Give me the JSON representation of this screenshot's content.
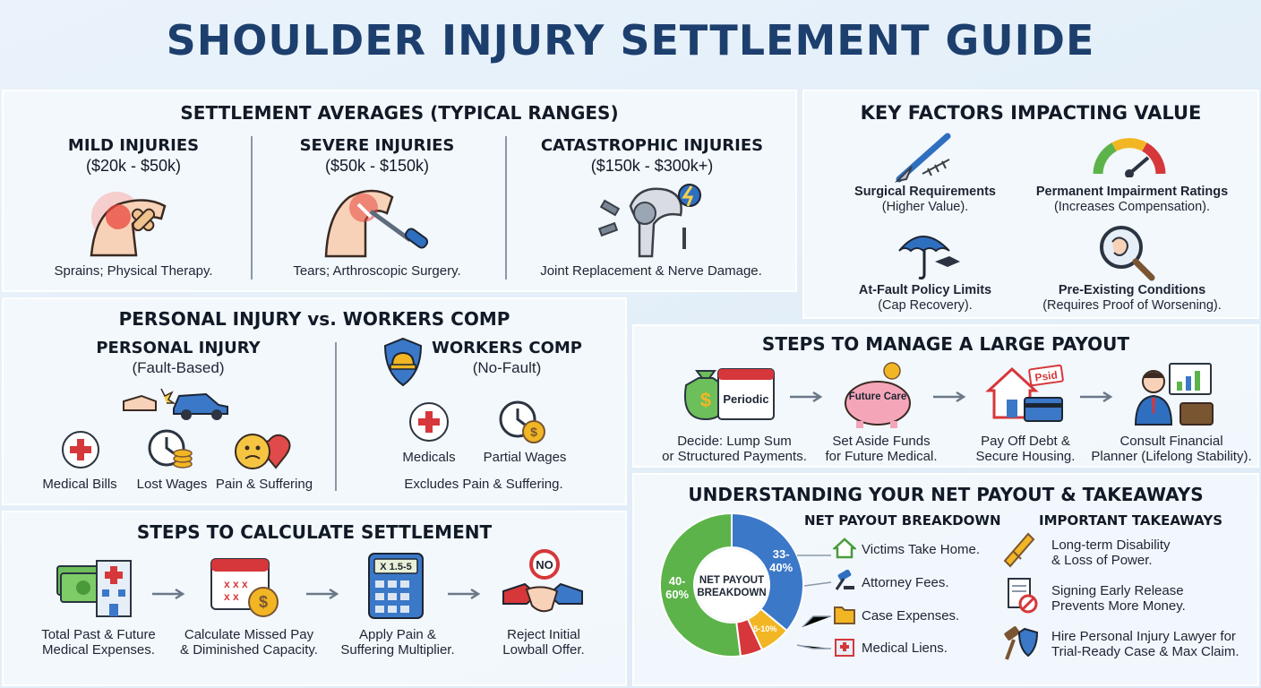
{
  "title": "SHOULDER INJURY SETTLEMENT GUIDE",
  "averages": {
    "title": "SETTLEMENT AVERAGES (TYPICAL RANGES)",
    "tiers": [
      {
        "name": "MILD INJURIES",
        "range": "($20k - $50k)",
        "caption": "Sprains; Physical Therapy.",
        "icon": "sprained-shoulder-icon"
      },
      {
        "name": "SEVERE INJURIES",
        "range": "($50k - $150k)",
        "caption": "Tears; Arthroscopic Surgery.",
        "icon": "arthroscopic-tool-icon"
      },
      {
        "name": "CATASTROPHIC INJURIES",
        "range": "($150k - $300k+)",
        "caption": "Joint Replacement & Nerve Damage.",
        "icon": "joint-implant-icon"
      }
    ]
  },
  "factors": {
    "title": "KEY FACTORS IMPACTING VALUE",
    "items": [
      {
        "title": "Surgical Requirements",
        "detail": "(Higher Value).",
        "icon": "scalpel-icon"
      },
      {
        "title": "Permanent Impairment Ratings",
        "detail": "(Increases Compensation).",
        "icon": "gauge-icon"
      },
      {
        "title": "At-Fault Policy Limits",
        "detail": "(Cap Recovery).",
        "icon": "umbrella-icon"
      },
      {
        "title": "Pre-Existing Conditions",
        "detail": "(Requires Proof of Worsening).",
        "icon": "magnifier-joint-icon"
      }
    ]
  },
  "compare": {
    "title": "PERSONAL INJURY vs. WORKERS COMP",
    "pi": {
      "name": "PERSONAL INJURY",
      "basis": "(Fault-Based)",
      "items": [
        "Medical Bills",
        "Lost Wages",
        "Pain & Suffering"
      ]
    },
    "wc": {
      "name": "WORKERS COMP",
      "basis": "(No-Fault)",
      "items": [
        "Medicals",
        "Partial Wages"
      ],
      "note": "Excludes Pain & Suffering."
    }
  },
  "calculate": {
    "title": "STEPS TO CALCULATE SETTLEMENT",
    "steps": [
      {
        "line1": "Total Past & Future",
        "line2": "Medical Expenses."
      },
      {
        "line1": "Calculate Missed Pay",
        "line2": "& Diminished Capacity."
      },
      {
        "line1": "Apply Pain &",
        "line2": "Suffering Multiplier."
      },
      {
        "line1": "Reject Initial",
        "line2": "Lowball Offer."
      }
    ],
    "calculator_display": "X 1.5-5",
    "no_sign": "NO"
  },
  "payout": {
    "title": "STEPS TO MANAGE A LARGE PAYOUT",
    "steps": [
      {
        "line1": "Decide: Lump Sum",
        "line2": "or Structured Payments."
      },
      {
        "line1": "Set Aside Funds",
        "line2": "for Future Medical."
      },
      {
        "line1": "Pay Off Debt &",
        "line2": "Secure Housing."
      },
      {
        "line1": "Consult Financial",
        "line2": "Planner (Lifelong Stability)."
      }
    ],
    "calendar_label": "Periodic",
    "piggy_label": "Future Care",
    "paid_stamp": "Psid"
  },
  "net": {
    "title": "UNDERSTANDING YOUR NET PAYOUT & TAKEAWAYS",
    "breakdown_title": "NET PAYOUT BREAKDOWN",
    "donut_center": "NET PAYOUT BREAKDOWN",
    "segment_labels": [
      "40-60%",
      "33-40%",
      "5-10%"
    ],
    "legend": [
      "Victims Take Home.",
      "Attorney Fees.",
      "Case Expenses.",
      "Medical Liens."
    ],
    "takeaways_title": "IMPORTANT TAKEAWAYS",
    "takeaways": [
      {
        "line1": "Long-term Disability",
        "line2": "& Loss of Power."
      },
      {
        "line1": "Signing Early Release",
        "line2": "Prevents More Money."
      },
      {
        "line1": "Hire Personal Injury Lawyer for",
        "line2": "Trial-Ready Case & Max Claim."
      }
    ]
  },
  "chart_data": {
    "type": "pie",
    "categories": [
      "Victims Take Home.",
      "Attorney Fees.",
      "Case Expenses.",
      "Medical Liens."
    ],
    "values": [
      52,
      36,
      7,
      5
    ],
    "segment_labels": [
      "40-60%",
      "33-40%",
      "5-10%",
      ""
    ],
    "colors": [
      "#5cb34a",
      "#3b78c8",
      "#f2b624",
      "#d6373a"
    ]
  },
  "colors": {
    "title": "#1d3f6e",
    "accent_blue": "#3b78c8",
    "accent_green": "#5cb34a",
    "accent_red": "#d6373a",
    "accent_yellow": "#f2b624"
  }
}
